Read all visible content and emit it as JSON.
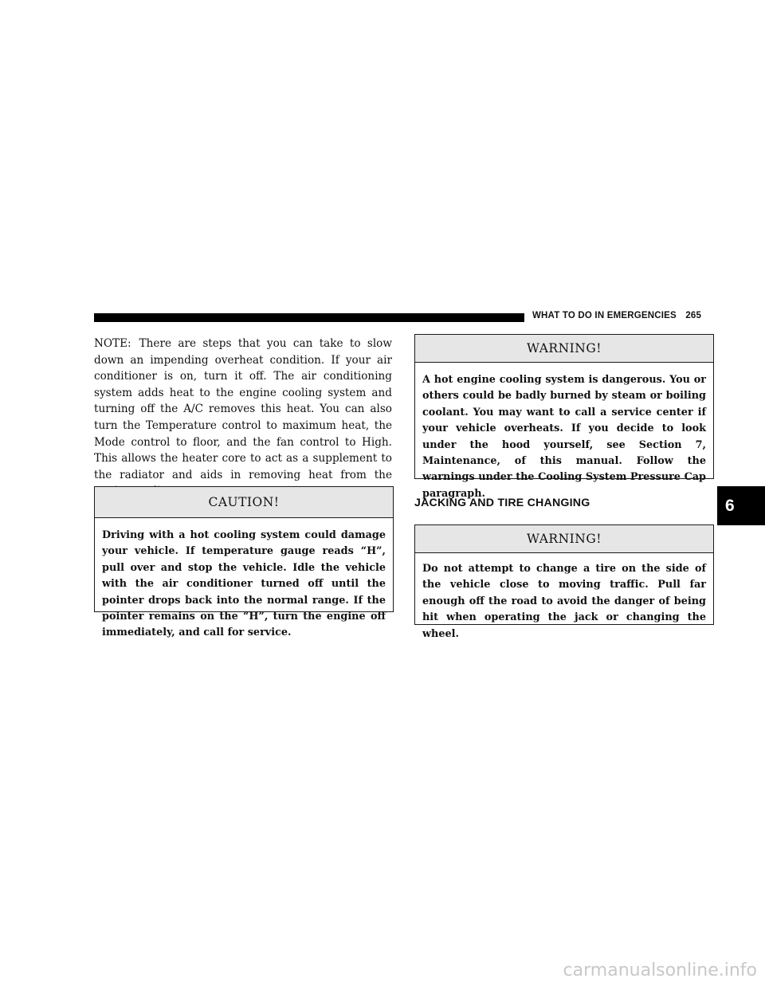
{
  "header": {
    "section_title": "WHAT TO DO IN EMERGENCIES",
    "page_number": "265"
  },
  "note": {
    "label": "NOTE:",
    "text": "There are steps that you can take to slow down an impending overheat condition. If your air conditioner is on, turn it off. The air conditioning system adds heat to the engine cooling system and turning off the A/C removes this heat. You can also turn the Temperature control to maximum heat, the Mode control to floor, and the fan control to High. This allows the heater core to act as a supplement to the radiator and aids in removing heat from the engine cooling system."
  },
  "caution": {
    "title": "CAUTION!",
    "text": "Driving with a hot cooling system could damage your vehicle. If temperature gauge reads “H”, pull over and stop the vehicle. Idle the vehicle with the air conditioner turned off until the pointer drops back into the normal range. If the pointer remains on the “H”, turn the engine off immediately, and call for service."
  },
  "warning_cooling": {
    "title": "WARNING!",
    "text": "A hot engine cooling system is dangerous. You or others could be badly burned by steam or boiling coolant. You may want to call a service center if your vehicle overheats. If you decide to look under the hood yourself, see Section 7, Maintenance, of this manual. Follow the warnings under the Cooling System Pressure Cap paragraph."
  },
  "jacking": {
    "heading": "JACKING AND TIRE CHANGING",
    "warning_title": "WARNING!",
    "warning_text": "Do not attempt to change a tire on the side of the vehicle close to moving traffic. Pull far enough off the road to avoid the danger of being hit when operating the jack or changing the wheel."
  },
  "chapter_tab": "6",
  "watermark": "carmanualsonline.info"
}
